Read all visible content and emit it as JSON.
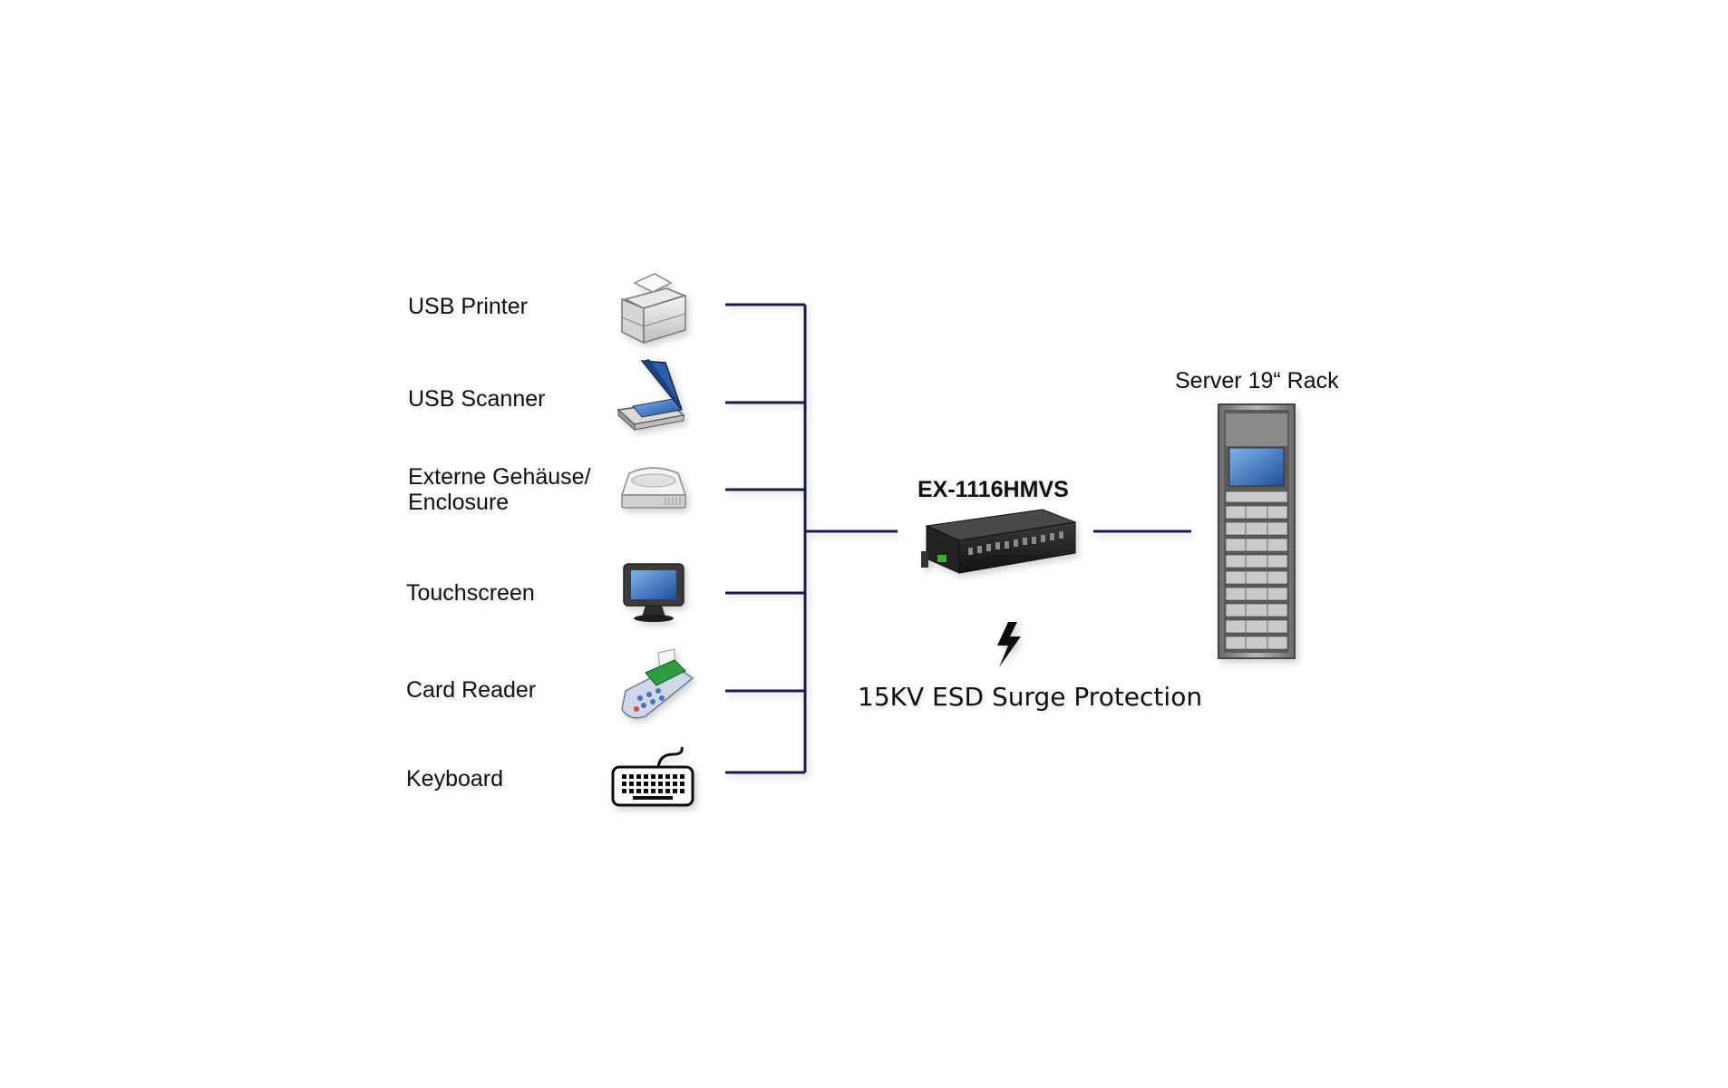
{
  "devices": [
    {
      "label": "USB Printer",
      "icon": "printer-icon"
    },
    {
      "label": "USB Scanner",
      "icon": "scanner-icon"
    },
    {
      "label_line1": "Externe Gehäuse/",
      "label_line2": "Enclosure",
      "icon": "hard-drive-icon"
    },
    {
      "label": "Touchscreen",
      "icon": "touchscreen-icon"
    },
    {
      "label": "Card Reader",
      "icon": "card-reader-icon"
    },
    {
      "label": "Keyboard",
      "icon": "keyboard-icon"
    }
  ],
  "hub": {
    "label": "EX-1116HMVS",
    "icon": "usb-hub-icon"
  },
  "server": {
    "label": "Server 19“ Rack",
    "icon": "server-rack-icon"
  },
  "protection": {
    "label": "15KV ESD Surge Protection",
    "icon": "lightning-bolt-icon"
  },
  "colors": {
    "connector": "#1c1f4a",
    "text": "#111111"
  }
}
